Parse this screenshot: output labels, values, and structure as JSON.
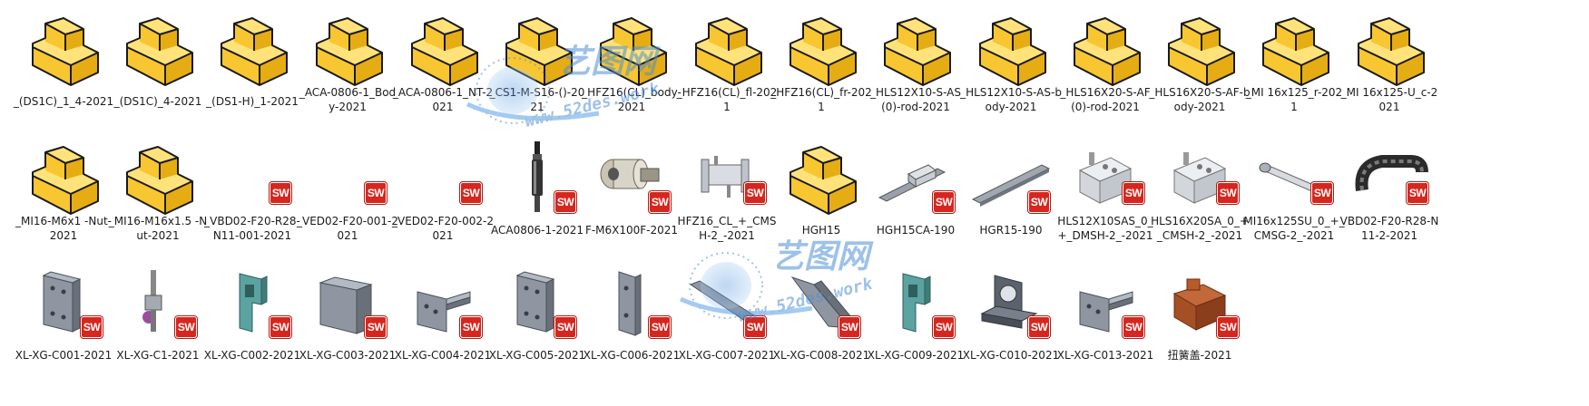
{
  "watermark": {
    "text_cn": "艺图网",
    "text_url": "www.52des.work"
  },
  "colors": {
    "folder_front": "#f8c630",
    "folder_top": "#ffe37a",
    "folder_side": "#e5ac14",
    "badge": "#d6261e"
  },
  "files": [
    {
      "label": "_(DS1C)_1_4-2021",
      "icon": "folder-icon"
    },
    {
      "label": "_(DS1C)_4-2021",
      "icon": "folder-icon"
    },
    {
      "label": "_(DS1-H)_1-2021",
      "icon": "folder-icon"
    },
    {
      "label": "_ACA-0806-1_Body-2021",
      "icon": "folder-icon"
    },
    {
      "label": "_ACA-0806-1_NT-2021",
      "icon": "folder-icon"
    },
    {
      "label": "_CS1-M-S16-()-2021",
      "icon": "folder-icon"
    },
    {
      "label": "_HFZ16(CL)_body-2021",
      "icon": "folder-icon"
    },
    {
      "label": "_HFZ16(CL)_fl-2021",
      "icon": "folder-icon"
    },
    {
      "label": "_HFZ16(CL)_fr-2021",
      "icon": "folder-icon"
    },
    {
      "label": "_HLS12X10-S-AS(0)-rod-2021",
      "icon": "folder-icon"
    },
    {
      "label": "_HLS12X10-S-AS-body-2021",
      "icon": "folder-icon"
    },
    {
      "label": "_HLS16X20-S-AF(0)-rod-2021",
      "icon": "folder-icon"
    },
    {
      "label": "_HLS16X20-S-AF-body-2021",
      "icon": "folder-icon"
    },
    {
      "label": "_MI 16x125_r-2021",
      "icon": "folder-icon"
    },
    {
      "label": "_MI 16x125-U_c-2021",
      "icon": "folder-icon"
    },
    {
      "label": "_MI16-M6x1 -Nut-2021",
      "icon": "folder-icon"
    },
    {
      "label": "_MI16-M16x1.5 -Nut-2021",
      "icon": "folder-icon"
    },
    {
      "label": "_VBD02-F20-R28-N11-001-2021",
      "icon": "blank-part-icon",
      "badge": "SW"
    },
    {
      "label": "_VED02-F20-001-2021",
      "icon": "blank-part-icon",
      "badge": "SW"
    },
    {
      "label": "_VED02-F20-002-2021",
      "icon": "blank-part-icon",
      "badge": "SW"
    },
    {
      "label": "ACA0806-1-2021",
      "icon": "shock-absorber-icon",
      "badge": "SW"
    },
    {
      "label": "F-M6X100F-2021",
      "icon": "threaded-cylinder-icon",
      "badge": "SW"
    },
    {
      "label": "HFZ16_CL_+_CMSH-2_-2021",
      "icon": "gripper-icon",
      "badge": "SW"
    },
    {
      "label": "HGH15",
      "icon": "folder-icon"
    },
    {
      "label": "HGH15CA-190",
      "icon": "linear-guide-icon",
      "badge": "SW"
    },
    {
      "label": "HGR15-190",
      "icon": "rail-icon",
      "badge": "SW"
    },
    {
      "label": "HLS12X10SAS_0_+_DMSH-2_-2021",
      "icon": "slide-table-icon",
      "badge": "SW"
    },
    {
      "label": "HLS16X20SA_0_+_CMSH-2_-2021",
      "icon": "slide-table-icon",
      "badge": "SW"
    },
    {
      "label": "MI16x125SU_0_+_CMSG-2_-2021",
      "icon": "pneumatic-cylinder-icon",
      "badge": "SW"
    },
    {
      "label": "VBD02-F20-R28-N11-2-2021",
      "icon": "drag-chain-icon",
      "badge": "SW"
    },
    {
      "label": "XL-XG-C001-2021",
      "icon": "plate-icon",
      "badge": "SW"
    },
    {
      "label": "XL-XG-C1-2021",
      "icon": "clamp-icon",
      "badge": "SW"
    },
    {
      "label": "XL-XG-C002-2021",
      "icon": "teal-bracket-icon",
      "badge": "SW"
    },
    {
      "label": "XL-XG-C003-2021",
      "icon": "block-icon",
      "badge": "SW"
    },
    {
      "label": "XL-XG-C004-2021",
      "icon": "l-bracket-icon",
      "badge": "SW"
    },
    {
      "label": "XL-XG-C005-2021",
      "icon": "plate-icon",
      "badge": "SW"
    },
    {
      "label": "XL-XG-C006-2021",
      "icon": "slim-plate-icon",
      "badge": "SW"
    },
    {
      "label": "XL-XG-C007-2021",
      "icon": "long-bar-icon",
      "badge": "SW"
    },
    {
      "label": "XL-XG-C008-2021",
      "icon": "wedge-icon",
      "badge": "SW"
    },
    {
      "label": "XL-XG-C009-2021",
      "icon": "teal-bracket-icon",
      "badge": "SW"
    },
    {
      "label": "XL-XG-C010-2021",
      "icon": "bearing-bracket-icon",
      "badge": "SW"
    },
    {
      "label": "XL-XG-C013-2021",
      "icon": "l-bracket-icon",
      "badge": "SW"
    },
    {
      "label": "扭簧盖-2021",
      "icon": "spring-cover-icon",
      "badge": "SW"
    }
  ]
}
